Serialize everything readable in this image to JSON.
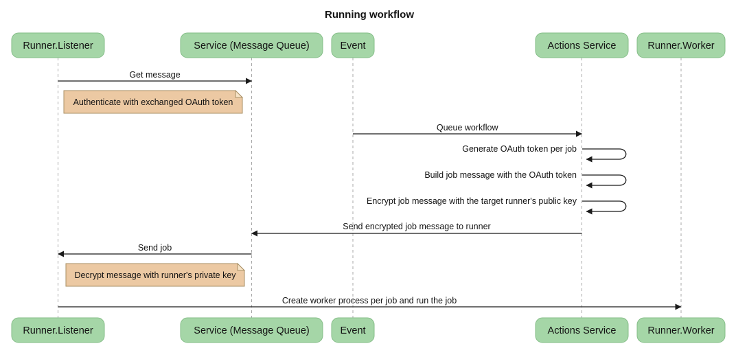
{
  "title": "Running workflow",
  "diagram_type": "sequence",
  "colors": {
    "background": "#ffffff",
    "actor_fill": "#a5d6a7",
    "actor_stroke": "#84bd87",
    "note_fill": "#ecc9a3",
    "note_fold_fill": "#f7e4c8",
    "note_stroke": "#a98f63",
    "lifeline": "#a8a8a8",
    "arrow": "#1b1b1b",
    "text": "#141414"
  },
  "actors": [
    {
      "label": "Runner.Listener"
    },
    {
      "label": "Service (Message Queue)"
    },
    {
      "label": "Event"
    },
    {
      "label": "Actions Service"
    },
    {
      "label": "Runner.Worker"
    }
  ],
  "messages": [
    {
      "label": "Get message",
      "from": "Runner.Listener",
      "to": "Service (Message Queue)",
      "type": "solid_arrow"
    },
    {
      "label": "Queue workflow",
      "from": "Event",
      "to": "Actions Service",
      "type": "solid_arrow"
    },
    {
      "label": "Generate OAuth token per job",
      "from": "Actions Service",
      "to": "Actions Service",
      "type": "self_loop"
    },
    {
      "label": "Build job message with the OAuth token",
      "from": "Actions Service",
      "to": "Actions Service",
      "type": "self_loop"
    },
    {
      "label": "Encrypt job message with the target runner's public key",
      "from": "Actions Service",
      "to": "Actions Service",
      "type": "self_loop"
    },
    {
      "label": "Send encrypted job message to runner",
      "from": "Actions Service",
      "to": "Service (Message Queue)",
      "type": "solid_arrow"
    },
    {
      "label": "Send job",
      "from": "Service (Message Queue)",
      "to": "Runner.Listener",
      "type": "solid_arrow"
    },
    {
      "label": "Create worker process per job and run the job",
      "from": "Runner.Listener",
      "to": "Runner.Worker",
      "type": "solid_arrow"
    }
  ],
  "notes": [
    {
      "text": "Authenticate with exchanged OAuth token",
      "anchor": "Runner.Listener"
    },
    {
      "text": "Decrypt message with runner's private key",
      "anchor": "Runner.Listener"
    }
  ]
}
